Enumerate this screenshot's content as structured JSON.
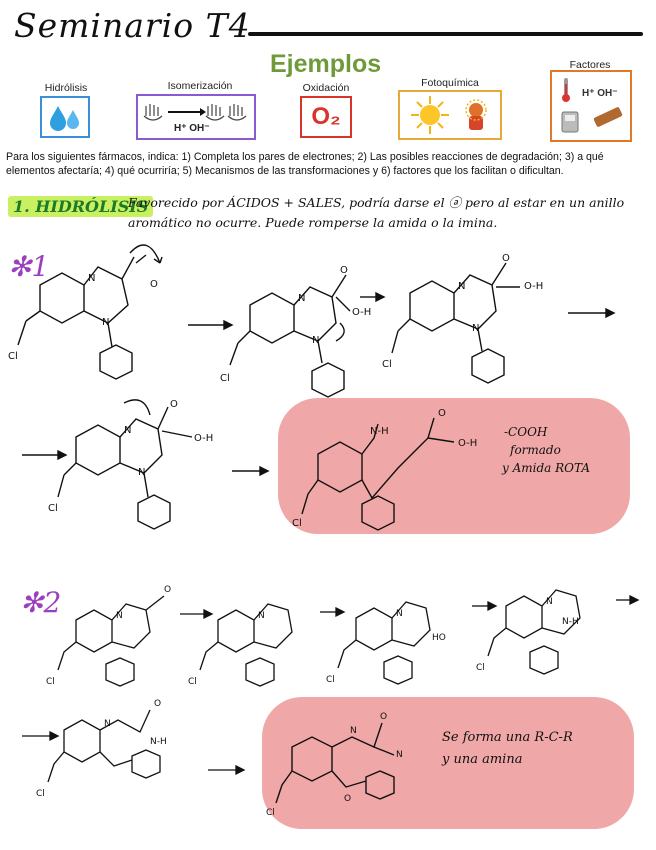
{
  "header": {
    "title": "Seminario T4",
    "subtitle": "Ejemplos"
  },
  "categories": [
    {
      "label": "Hidrólisis",
      "icon": "water-drops-icon",
      "color": "#3a8fd8"
    },
    {
      "label": "Isomerización",
      "icon": "hands-arrow-icon",
      "color": "#8a5ad0",
      "catalyst": "H⁺ OH⁻"
    },
    {
      "label": "Oxidación",
      "icon": "oxygen-icon",
      "color": "#d9342a",
      "formula": "O₂"
    },
    {
      "label": "Fotoquímica",
      "icon": "sun-icon",
      "color": "#e8a83a"
    },
    {
      "label": "Factores",
      "icon": "factors-icon",
      "color": "#e07a2a",
      "ions": "H⁺ OH⁻"
    }
  ],
  "instructions": "Para los siguientes fármacos, indica: 1) Completa los pares de electrones; 2) Las posibles reacciones de degradación; 3) a qué elementos afectaría; 4) qué ocurriría; 5) Mecanismos de las transformaciones y 6) factores que los facilitan o dificultan.",
  "section": {
    "title": "1. HIDRÓLISIS",
    "note": "Favorecido por ÁCIDOS + SALES, podría darse el ⓐ pero al estar en un anillo aromático no ocurre. Puede romperse la amida o la imina."
  },
  "mechanism1": {
    "marker": "✻1",
    "product_note": [
      "-COOH",
      "formado",
      "y Amida ROTA"
    ]
  },
  "mechanism2": {
    "marker": "✻2",
    "product_note": [
      "Se forma una R-C-R",
      "y una amina"
    ]
  },
  "colors": {
    "highlight_green": "#c9f060",
    "product_pink": "#f0a7a7",
    "marker_purple": "#9b3fc0"
  }
}
